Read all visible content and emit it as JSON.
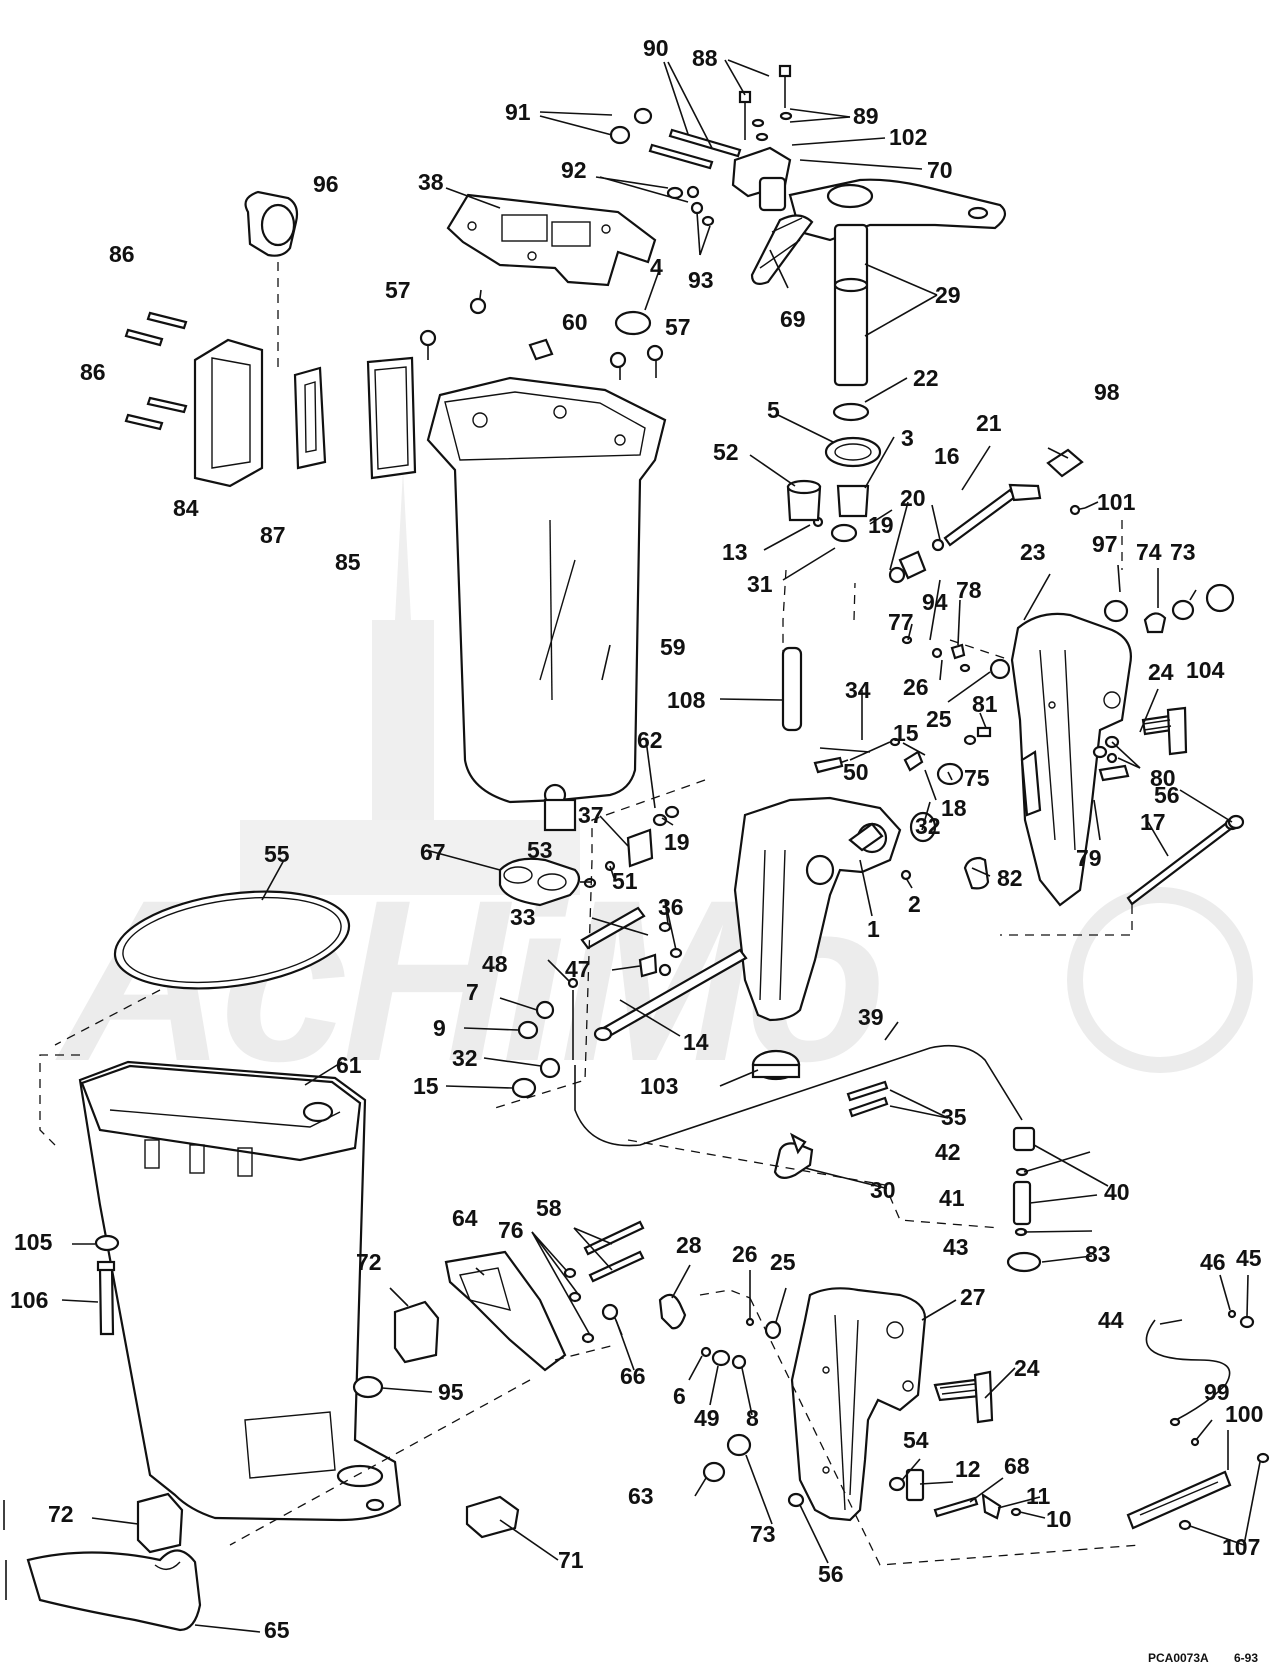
{
  "watermark": {
    "text": "AcHiMo"
  },
  "labels": {
    "l1": "1",
    "l2": "2",
    "l3": "3",
    "l4": "4",
    "l5": "5",
    "l6": "6",
    "l7": "7",
    "l8": "8",
    "l9": "9",
    "l10": "10",
    "l11": "11",
    "l12": "12",
    "l13": "13",
    "l14": "14",
    "l15a": "15",
    "l15b": "15",
    "l16": "16",
    "l17": "17",
    "l18": "18",
    "l19a": "19",
    "l19b": "19",
    "l20": "20",
    "l21": "21",
    "l22": "22",
    "l23": "23",
    "l24a": "24",
    "l24b": "24",
    "l25a": "25",
    "l25b": "25",
    "l26a": "26",
    "l26b": "26",
    "l27": "27",
    "l28": "28",
    "l29": "29",
    "l30": "30",
    "l31": "31",
    "l32a": "32",
    "l32b": "32",
    "l33": "33",
    "l34": "34",
    "l35": "35",
    "l36": "36",
    "l37": "37",
    "l38": "38",
    "l39": "39",
    "l40": "40",
    "l41": "41",
    "l42": "42",
    "l43": "43",
    "l44": "44",
    "l45": "45",
    "l46": "46",
    "l47": "47",
    "l48": "48",
    "l49": "49",
    "l50": "50",
    "l51": "51",
    "l52": "52",
    "l53": "53",
    "l54": "54",
    "l55": "55",
    "l56a": "56",
    "l56b": "56",
    "l57a": "57",
    "l57b": "57",
    "l58": "58",
    "l59": "59",
    "l60": "60",
    "l61": "61",
    "l62": "62",
    "l63": "63",
    "l64": "64",
    "l65": "65",
    "l66": "66",
    "l67": "67",
    "l68": "68",
    "l69": "69",
    "l70": "70",
    "l71": "71",
    "l72a": "72",
    "l72b": "72",
    "l73a": "73",
    "l73b": "73",
    "l74": "74",
    "l75": "75",
    "l76": "76",
    "l77": "77",
    "l78": "78",
    "l79": "79",
    "l80": "80",
    "l81": "81",
    "l82": "82",
    "l83": "83",
    "l84": "84",
    "l85": "85",
    "l86a": "86",
    "l86b": "86",
    "l87": "87",
    "l88": "88",
    "l89": "89",
    "l90": "90",
    "l91": "91",
    "l92": "92",
    "l93": "93",
    "l94": "94",
    "l95": "95",
    "l96": "96",
    "l97": "97",
    "l98": "98",
    "l99": "99",
    "l100": "100",
    "l101": "101",
    "l102": "102",
    "l103": "103",
    "l104": "104",
    "l105": "105",
    "l106": "106",
    "l107": "107",
    "l108": "108"
  },
  "footer": {
    "code": "PCA0073A",
    "date": "6-93"
  }
}
